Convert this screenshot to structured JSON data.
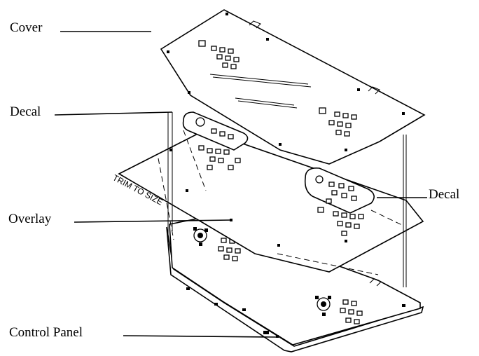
{
  "labels": {
    "cover": "Cover",
    "decal_left": "Decal",
    "decal_right": "Decal",
    "overlay": "Overlay",
    "control_panel": "Control Panel",
    "trim_note": "TRIM TO SIZE"
  }
}
